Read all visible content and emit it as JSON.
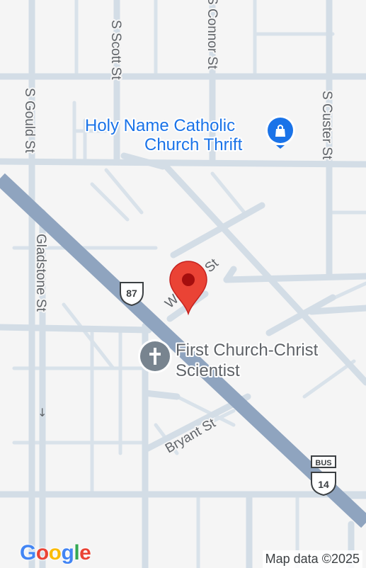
{
  "streets": {
    "scott": "S Scott St",
    "connor": "S Connor St",
    "gould": "S Gould St",
    "custer": "S Custer St",
    "gladstone": "Gladstone St",
    "webster": "Webster St",
    "bryant": "Bryant St"
  },
  "pois": {
    "thrift_line1": "Holy Name Catholic",
    "thrift_line2": "Church Thrift",
    "church_line1": "First Church-Christ",
    "church_line2": "Scientist"
  },
  "shields": {
    "route_87": "87",
    "route_14": "14",
    "bus_label": "BUS"
  },
  "attribution": "Map data ©2025",
  "logo": {
    "letters": [
      "G",
      "o",
      "o",
      "g",
      "l",
      "e"
    ],
    "colors": [
      "#4285f4",
      "#ea4335",
      "#fbbc05",
      "#4285f4",
      "#34a853",
      "#ea4335"
    ]
  },
  "colors": {
    "land": "#f5f5f5",
    "road": "#d3dde6",
    "highway": "#8fa4bf",
    "pin": "#ea4335",
    "poi_blue": "#1a73e8",
    "poi_gray": "#78848f"
  },
  "icons": {
    "pin": "map-pin-icon",
    "thrift": "shopping-bag-icon",
    "church": "cross-icon"
  }
}
